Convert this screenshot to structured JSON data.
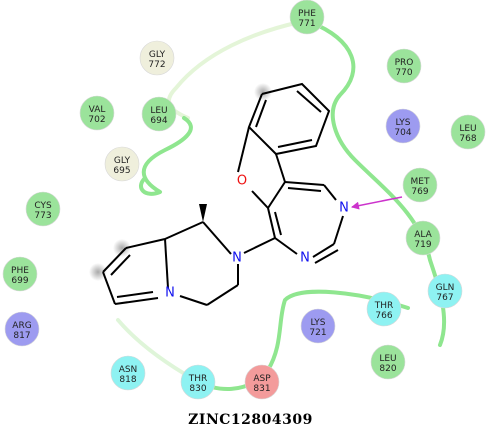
{
  "caption": "ZINC12804309",
  "colors": {
    "hydrophobic": "#9be39b",
    "glycine": "#efefdc",
    "polar": "#8ef2f2",
    "positive": "#9d9bf0",
    "negative": "#f39b9b",
    "pocket_line": "#8fe68f",
    "hbond_arrow": "#cc33cc",
    "oxygen": "#ee1111",
    "nitrogen": "#1111ee"
  },
  "residues": [
    {
      "name": "PHE",
      "num": "771",
      "kind": "hydrophobic"
    },
    {
      "name": "GLY",
      "num": "772",
      "kind": "glycine"
    },
    {
      "name": "PRO",
      "num": "770",
      "kind": "hydrophobic"
    },
    {
      "name": "VAL",
      "num": "702",
      "kind": "hydrophobic"
    },
    {
      "name": "LEU",
      "num": "694",
      "kind": "hydrophobic"
    },
    {
      "name": "LYS",
      "num": "704",
      "kind": "positive"
    },
    {
      "name": "LEU",
      "num": "768",
      "kind": "hydrophobic"
    },
    {
      "name": "GLY",
      "num": "695",
      "kind": "glycine"
    },
    {
      "name": "MET",
      "num": "769",
      "kind": "hydrophobic"
    },
    {
      "name": "CYS",
      "num": "773",
      "kind": "hydrophobic"
    },
    {
      "name": "ALA",
      "num": "719",
      "kind": "hydrophobic"
    },
    {
      "name": "PHE",
      "num": "699",
      "kind": "hydrophobic"
    },
    {
      "name": "GLN",
      "num": "767",
      "kind": "polar"
    },
    {
      "name": "THR",
      "num": "766",
      "kind": "polar"
    },
    {
      "name": "ARG",
      "num": "817",
      "kind": "positive"
    },
    {
      "name": "LYS",
      "num": "721",
      "kind": "positive"
    },
    {
      "name": "LEU",
      "num": "820",
      "kind": "hydrophobic"
    },
    {
      "name": "ASN",
      "num": "818",
      "kind": "polar"
    },
    {
      "name": "THR",
      "num": "830",
      "kind": "polar"
    },
    {
      "name": "ASP",
      "num": "831",
      "kind": "negative"
    }
  ],
  "atoms": [
    {
      "symbol": "O",
      "kind": "oxygen"
    },
    {
      "symbol": "N",
      "kind": "nitrogen"
    },
    {
      "symbol": "N",
      "kind": "nitrogen"
    },
    {
      "symbol": "N",
      "kind": "nitrogen"
    },
    {
      "symbol": "N",
      "kind": "nitrogen"
    }
  ]
}
